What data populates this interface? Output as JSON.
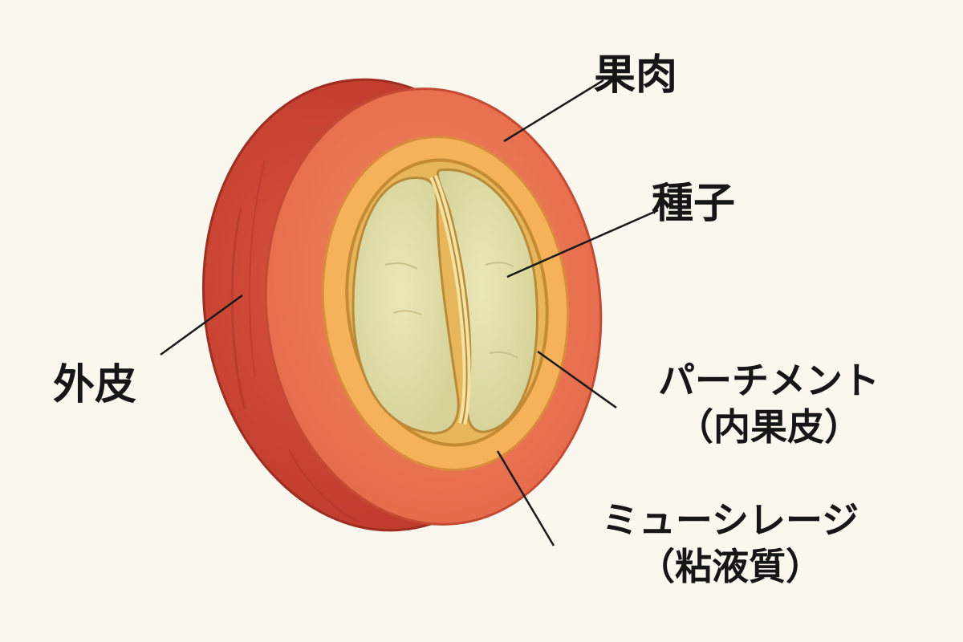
{
  "labels": {
    "pulp": "果肉",
    "seed": "種子",
    "outer_skin": "外皮",
    "parchment": "パーチメント",
    "parchment_sub": "（内果皮）",
    "mucilage": "ミューシレージ",
    "mucilage_sub": "（粘液質）"
  },
  "colors": {
    "background": "#faf7ef",
    "outer_skin": "#c8402e",
    "pulp": "#e8704f",
    "mucilage": "#f5b35a",
    "parchment": "#d49a3c",
    "seed": "#dfdca4",
    "seed_center": "#f0e0a0",
    "leader_line": "#1a1a1a"
  }
}
